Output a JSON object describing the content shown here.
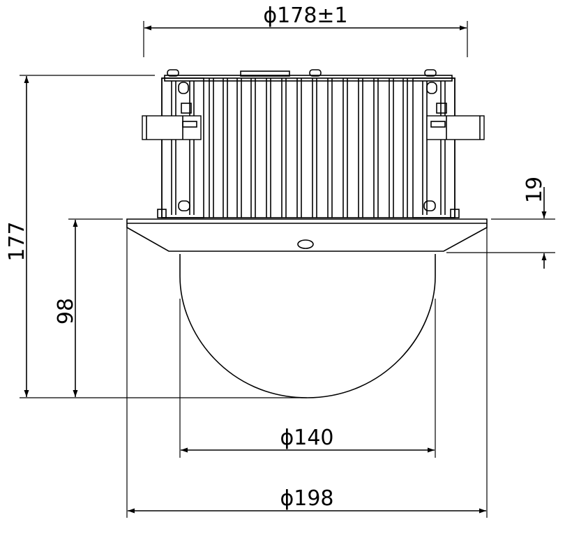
{
  "dimensions": {
    "mount_diameter": "ϕ178±1",
    "total_height": "177",
    "dome_height": "98",
    "flange_thickness": "19",
    "dome_diameter": "ϕ140",
    "flange_diameter": "ϕ198"
  },
  "colors": {
    "line": "#000000",
    "background": "#ffffff"
  }
}
